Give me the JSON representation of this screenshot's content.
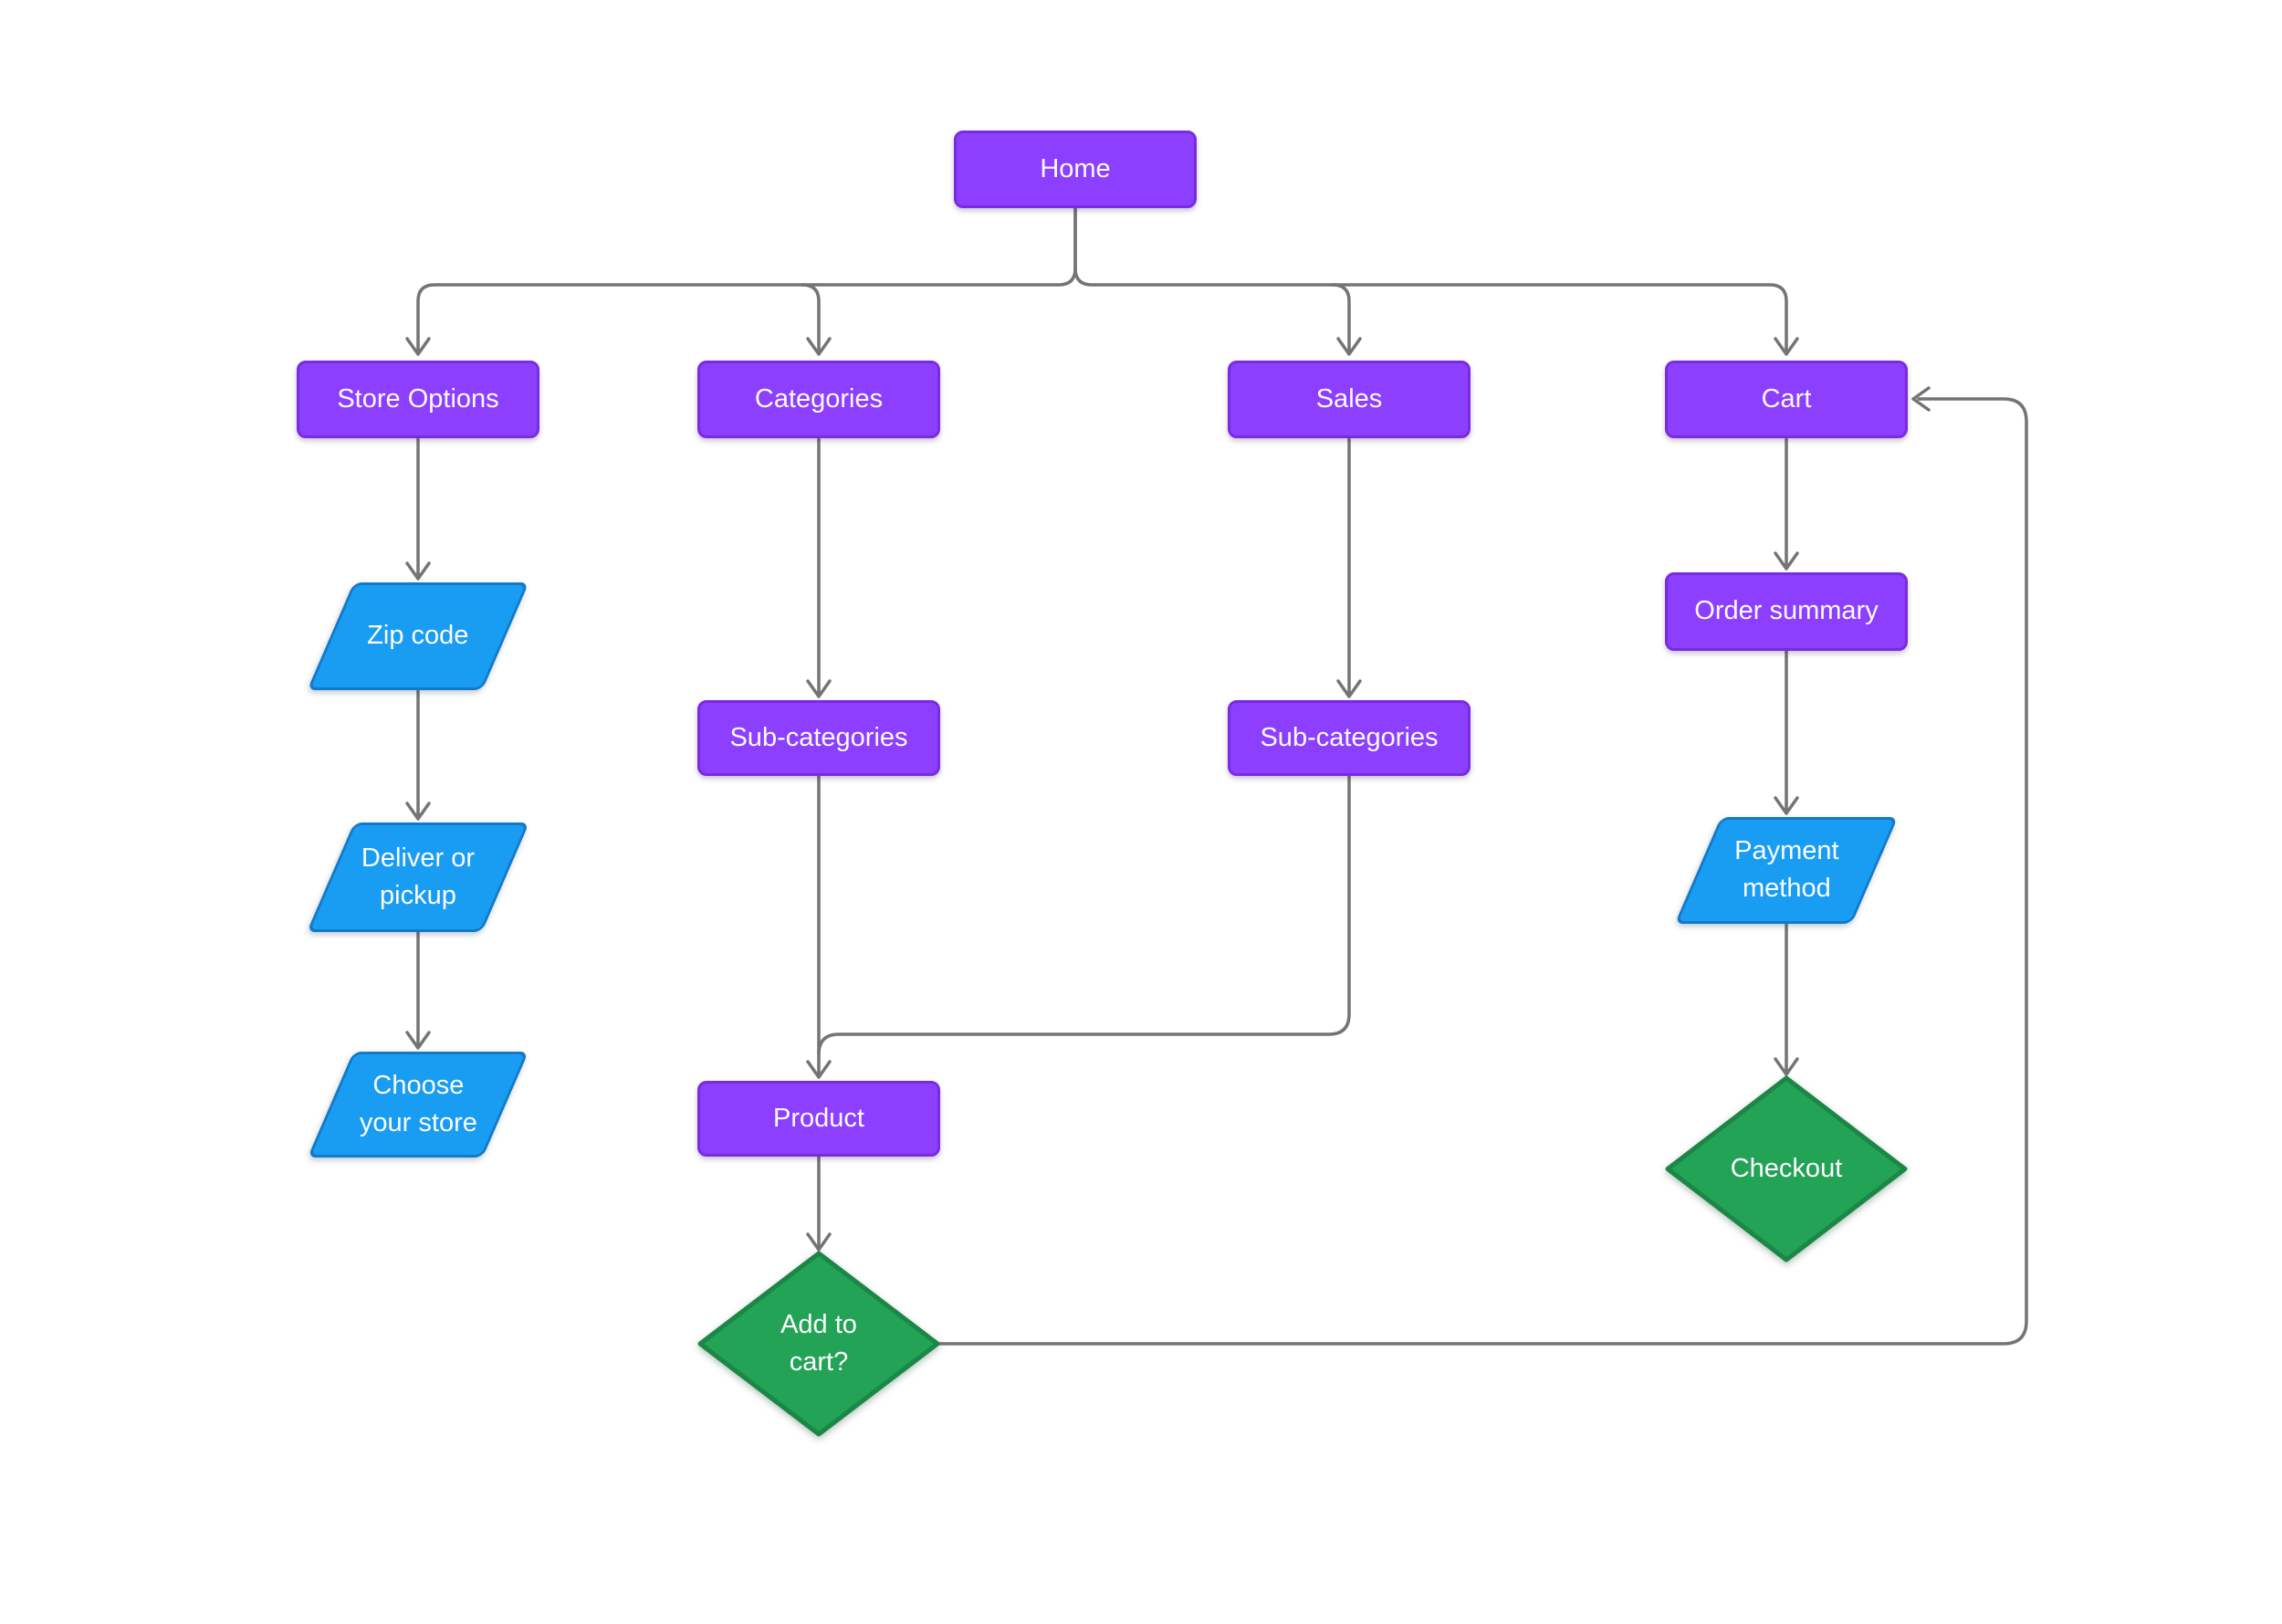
{
  "diagram": {
    "title": "E-commerce navigation flowchart",
    "colors": {
      "canvas_bg": "#FFFFFF",
      "process_fill": "#8C3FFF",
      "process_border": "#7A2BE0",
      "io_fill": "#189DF3",
      "io_border": "#1379C9",
      "decision_fill": "#22A355",
      "decision_border": "#1C8647",
      "connector": "#747474",
      "label": "#FDFBFF"
    },
    "nodes": {
      "home": {
        "label": "Home",
        "shape": "rectangle",
        "color": "purple"
      },
      "store_options": {
        "label": "Store Options",
        "shape": "rectangle",
        "color": "purple"
      },
      "categories": {
        "label": "Categories",
        "shape": "rectangle",
        "color": "purple"
      },
      "sales": {
        "label": "Sales",
        "shape": "rectangle",
        "color": "purple"
      },
      "cart": {
        "label": "Cart",
        "shape": "rectangle",
        "color": "purple"
      },
      "zip_code": {
        "label": "Zip code",
        "shape": "parallelogram",
        "color": "blue"
      },
      "deliver_or_pickup": {
        "label": "Deliver or\npickup",
        "shape": "parallelogram",
        "color": "blue"
      },
      "choose_your_store": {
        "label": "Choose\nyour store",
        "shape": "parallelogram",
        "color": "blue"
      },
      "sub_categories_1": {
        "label": "Sub-categories",
        "shape": "rectangle",
        "color": "purple"
      },
      "sub_categories_2": {
        "label": "Sub-categories",
        "shape": "rectangle",
        "color": "purple"
      },
      "product": {
        "label": "Product",
        "shape": "rectangle",
        "color": "purple"
      },
      "add_to_cart": {
        "label": "Add to\ncart?",
        "shape": "diamond",
        "color": "green"
      },
      "order_summary": {
        "label": "Order summary",
        "shape": "rectangle",
        "color": "purple"
      },
      "payment_method": {
        "label": "Payment\nmethod",
        "shape": "parallelogram",
        "color": "blue"
      },
      "checkout": {
        "label": "Checkout",
        "shape": "diamond",
        "color": "green"
      }
    },
    "edges": [
      {
        "from": "home",
        "to": "store_options"
      },
      {
        "from": "home",
        "to": "categories"
      },
      {
        "from": "home",
        "to": "sales"
      },
      {
        "from": "home",
        "to": "cart"
      },
      {
        "from": "store_options",
        "to": "zip_code"
      },
      {
        "from": "zip_code",
        "to": "deliver_or_pickup"
      },
      {
        "from": "deliver_or_pickup",
        "to": "choose_your_store"
      },
      {
        "from": "categories",
        "to": "sub_categories_1"
      },
      {
        "from": "sub_categories_1",
        "to": "product"
      },
      {
        "from": "sales",
        "to": "sub_categories_2"
      },
      {
        "from": "sub_categories_2",
        "to": "product"
      },
      {
        "from": "product",
        "to": "add_to_cart"
      },
      {
        "from": "add_to_cart",
        "to": "cart"
      },
      {
        "from": "cart",
        "to": "order_summary"
      },
      {
        "from": "order_summary",
        "to": "payment_method"
      },
      {
        "from": "payment_method",
        "to": "checkout"
      }
    ]
  }
}
